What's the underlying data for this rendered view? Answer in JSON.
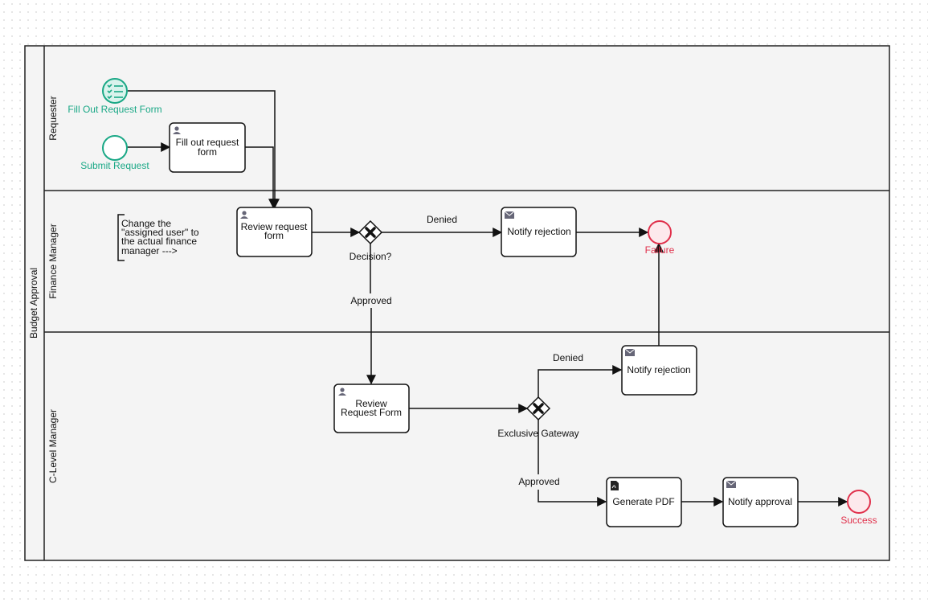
{
  "pool": {
    "title": "Budget Approval"
  },
  "lanes": {
    "requester": "Requester",
    "finance_manager": "Finance Manager",
    "c_level_manager": "C-Level Manager"
  },
  "events": {
    "fill_out_request_form": {
      "label": "Fill Out Request Form",
      "icon": "task-list-icon"
    },
    "submit_request": {
      "label": "Submit Request"
    },
    "failure": {
      "label": "Failure"
    },
    "success": {
      "label": "Success"
    }
  },
  "tasks": {
    "fill_out_request": {
      "line1": "Fill out request",
      "line2": "form",
      "icon": "user-icon"
    },
    "review_request_fm": {
      "line1": "Review request",
      "line2": "form",
      "icon": "user-icon"
    },
    "notify_rejection_fm": {
      "line1": "Notify rejection",
      "icon": "envelope-icon"
    },
    "review_request_cl": {
      "line1": "Review",
      "line2": "Request Form",
      "icon": "user-icon"
    },
    "notify_rejection_cl": {
      "line1": "Notify rejection",
      "icon": "envelope-icon"
    },
    "generate_pdf": {
      "line1": "Generate PDF",
      "icon": "pdf-icon"
    },
    "notify_approval": {
      "line1": "Notify approval",
      "icon": "envelope-icon"
    }
  },
  "gateways": {
    "decision": "Decision?",
    "exclusive": "Exclusive Gateway"
  },
  "flows": {
    "fm_denied": "Denied",
    "fm_approved": "Approved",
    "cl_denied": "Denied",
    "cl_approved": "Approved"
  },
  "annotation": {
    "lines": [
      "Change the",
      "\"assigned user\" to",
      "the actual finance",
      "manager --->"
    ]
  },
  "colors": {
    "start_event": "#1aa886",
    "end_event": "#e0304b",
    "lane_fill": "#f4f4f4",
    "border": "#222222"
  }
}
